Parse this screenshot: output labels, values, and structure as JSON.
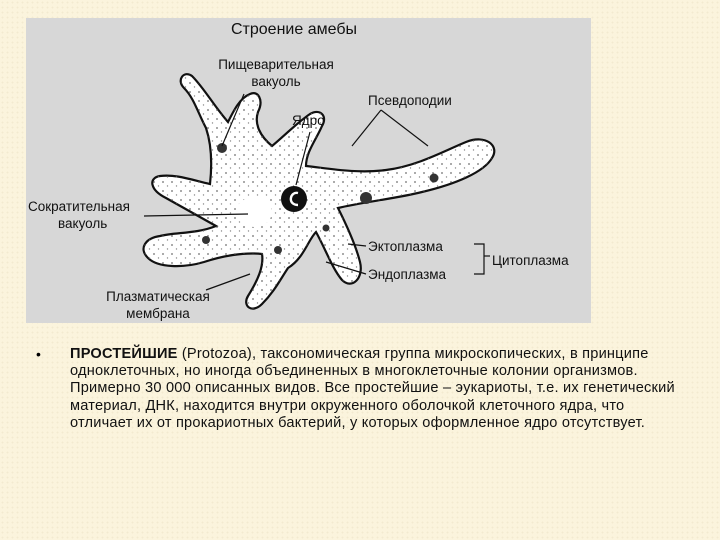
{
  "diagram": {
    "title": "Строение амебы",
    "labels": {
      "digestive_vacuole_1": "Пищеварительная",
      "digestive_vacuole_2": "вакуоль",
      "nucleus": "Ядро",
      "pseudopodia": "Псевдоподии",
      "contractile_vacuole_1": "Сократительная",
      "contractile_vacuole_2": "вакуоль",
      "ectoplasm": "Эктоплазма",
      "endoplasm": "Эндоплазма",
      "cytoplasm": "Цитоплазма",
      "plasma_membrane_1": "Плазматическая",
      "plasma_membrane_2": "мембрана"
    }
  },
  "text": {
    "bullet": "•",
    "term": "ПРОСТЕЙШИЕ",
    "latin": " (Protozoa)",
    "body": ", таксономическая группа микроскопических, в принципе одноклеточных, но иногда объединенных в многоклеточные колонии организмов. Примерно 30 000 описанных видов. Все простейшие – эукариоты, т.е. их генетический материал, ДНК, находится внутри окруженного оболочкой клеточного ядра, что отличает их от прокариотных бактерий, у которых оформленное ядро отсутствует."
  },
  "colors": {
    "page_background": "#fbf4dd",
    "diagram_background": "#d7d7d7",
    "cell_fill": "#ffffff",
    "outline": "#111111"
  }
}
